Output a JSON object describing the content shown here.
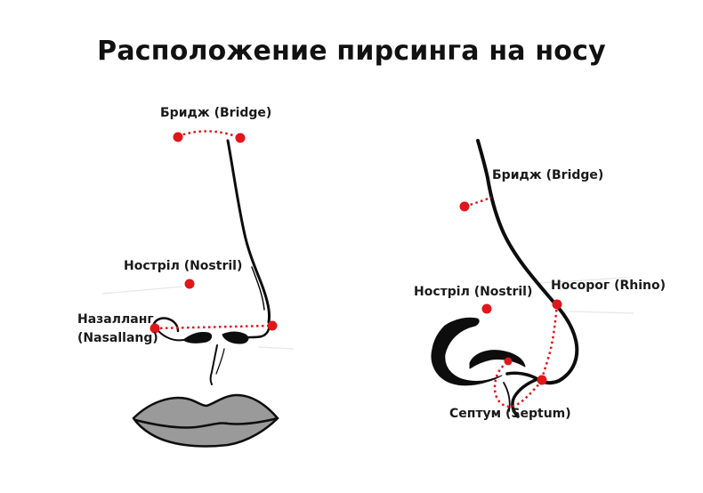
{
  "title": "Расположение пирсинга на носу",
  "colors": {
    "marker": "#e0161b",
    "ink": "#0d0d0d",
    "lips": "#9a9a9a"
  },
  "front_view": {
    "bridge_label": "Бридж (Bridge)",
    "nostril_label": "Ностріл (Nostril)",
    "nasallang_label_line1": "Назалланг",
    "nasallang_label_line2": "(Nasallang)"
  },
  "side_view": {
    "bridge_label": "Бридж (Bridge)",
    "nostril_label": "Ностріл (Nostril)",
    "rhino_label": "Носорог (Rhino)",
    "septum_label": "Септум (Septum)"
  }
}
